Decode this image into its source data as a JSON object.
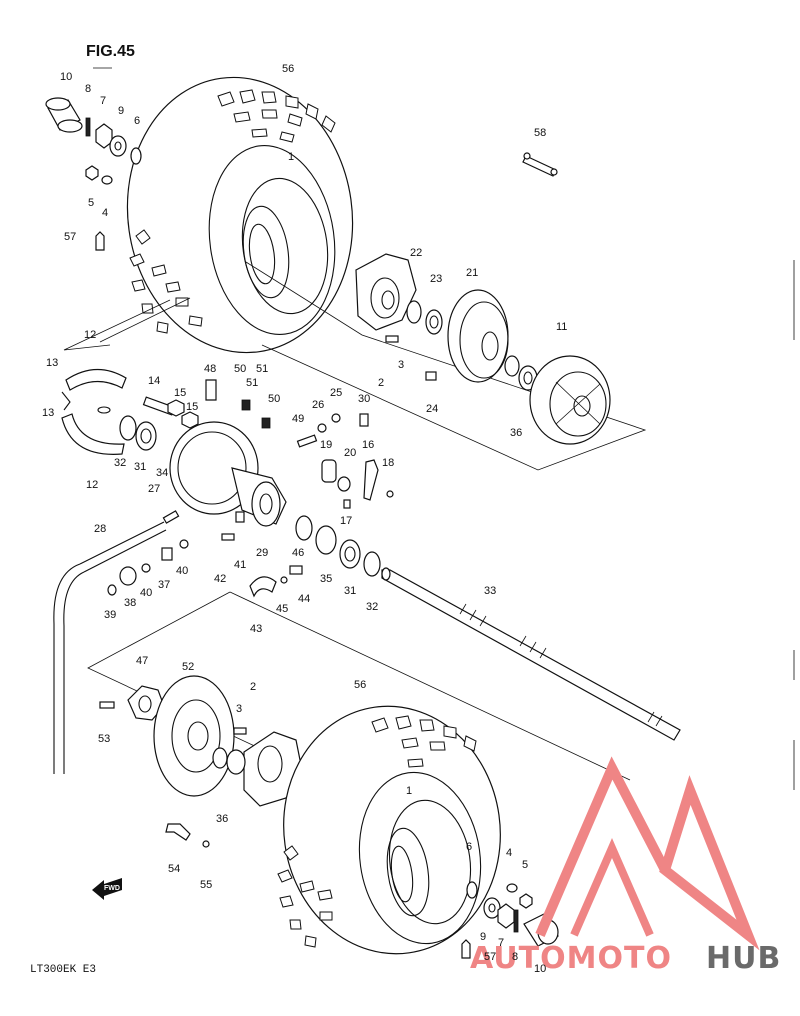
{
  "figure": {
    "title": "FIG.45",
    "model_code": "LT300EK E3",
    "fwd_label": "FWD"
  },
  "watermark": {
    "brand_left": "AUTOMOTO",
    "brand_right": "HUB",
    "logo": "triangle-logo",
    "color_primary": "#ef8585",
    "color_secondary": "#6a6a6a"
  },
  "callouts": {
    "c10a": "10",
    "c8a": "8",
    "c7a": "7",
    "c9a": "9",
    "c6a": "6",
    "c56a": "56",
    "c5a": "5",
    "c4a": "4",
    "c57a": "57",
    "c1a": "1",
    "c58": "58",
    "c22": "22",
    "c23": "23",
    "c21": "21",
    "c11": "11",
    "c3a": "3",
    "c2a": "2",
    "c24": "24",
    "c36a": "36",
    "c12a": "12",
    "c13a": "13",
    "c13b": "13",
    "c12b": "12",
    "c48": "48",
    "c50a": "50",
    "c51a": "51",
    "c51b": "51",
    "c50b": "50",
    "c14": "14",
    "c15a": "15",
    "c15b": "15",
    "c25": "25",
    "c26": "26",
    "c30": "30",
    "c49": "49",
    "c16": "16",
    "c20": "20",
    "c18": "18",
    "c19": "19",
    "c17": "17",
    "c32a": "32",
    "c31a": "31",
    "c34": "34",
    "c27": "27",
    "c28": "28",
    "c29": "29",
    "c46": "46",
    "c35": "35",
    "c31b": "31",
    "c32b": "32",
    "c42": "42",
    "c41": "41",
    "c40a": "40",
    "c40b": "40",
    "c37": "37",
    "c38": "38",
    "c39": "39",
    "c44": "44",
    "c45": "45",
    "c43": "43",
    "c33": "33",
    "c47": "47",
    "c52": "52",
    "c2b": "2",
    "c3b": "3",
    "c53": "53",
    "c56b": "56",
    "c36b": "36",
    "c54": "54",
    "c55": "55",
    "c1b": "1",
    "c6b": "6",
    "c4b": "4",
    "c5b": "5",
    "c9b": "9",
    "c7b": "7",
    "c8b": "8",
    "c10b": "10",
    "c57b": "57"
  }
}
